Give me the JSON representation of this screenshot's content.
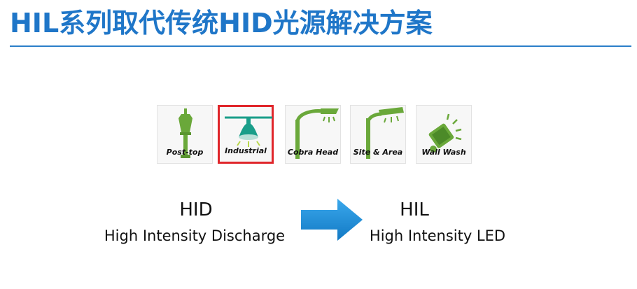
{
  "title": "HIL系列取代传统HID光源解决方案",
  "colors": {
    "title": "#1f76c8",
    "icon_green": "#6aa83a",
    "icon_teal": "#1a9e8a",
    "selected_border": "#e0262b",
    "arrow": "#1b8fd6"
  },
  "tiles": [
    {
      "label": "Post-top",
      "icon": "post-top-lamp-icon",
      "selected": false
    },
    {
      "label": "Industrial",
      "icon": "industrial-lamp-icon",
      "selected": true
    },
    {
      "label": "Cobra Head",
      "icon": "cobra-head-lamp-icon",
      "selected": false
    },
    {
      "label": "Site & Area",
      "icon": "site-area-lamp-icon",
      "selected": false
    },
    {
      "label": "Wall Wash",
      "icon": "wall-wash-lamp-icon",
      "selected": false
    }
  ],
  "left": {
    "heading": "HID",
    "subtitle": "High Intensity Discharge"
  },
  "right": {
    "heading": "HIL",
    "subtitle": "High Intensity LED"
  },
  "arrow_icon": "right-arrow-icon"
}
